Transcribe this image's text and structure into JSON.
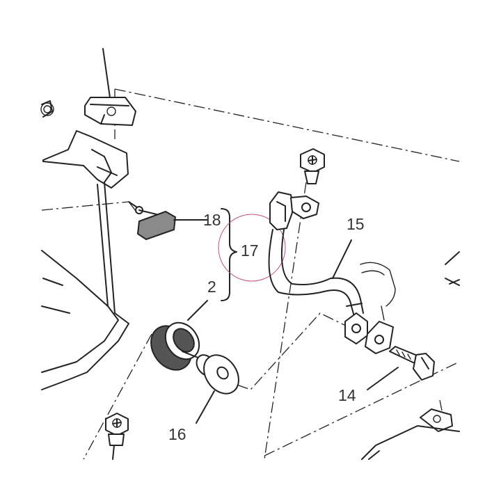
{
  "diagram": {
    "labels": {
      "p18": "18",
      "p17": "17",
      "p2": "2",
      "p15": "15",
      "p14": "14",
      "p16": "16"
    },
    "colors": {
      "line": "#222222",
      "label": "#333333",
      "highlight_circle": "#c0506a",
      "grommet": "#555555",
      "cap": "#8a8a8a"
    }
  }
}
